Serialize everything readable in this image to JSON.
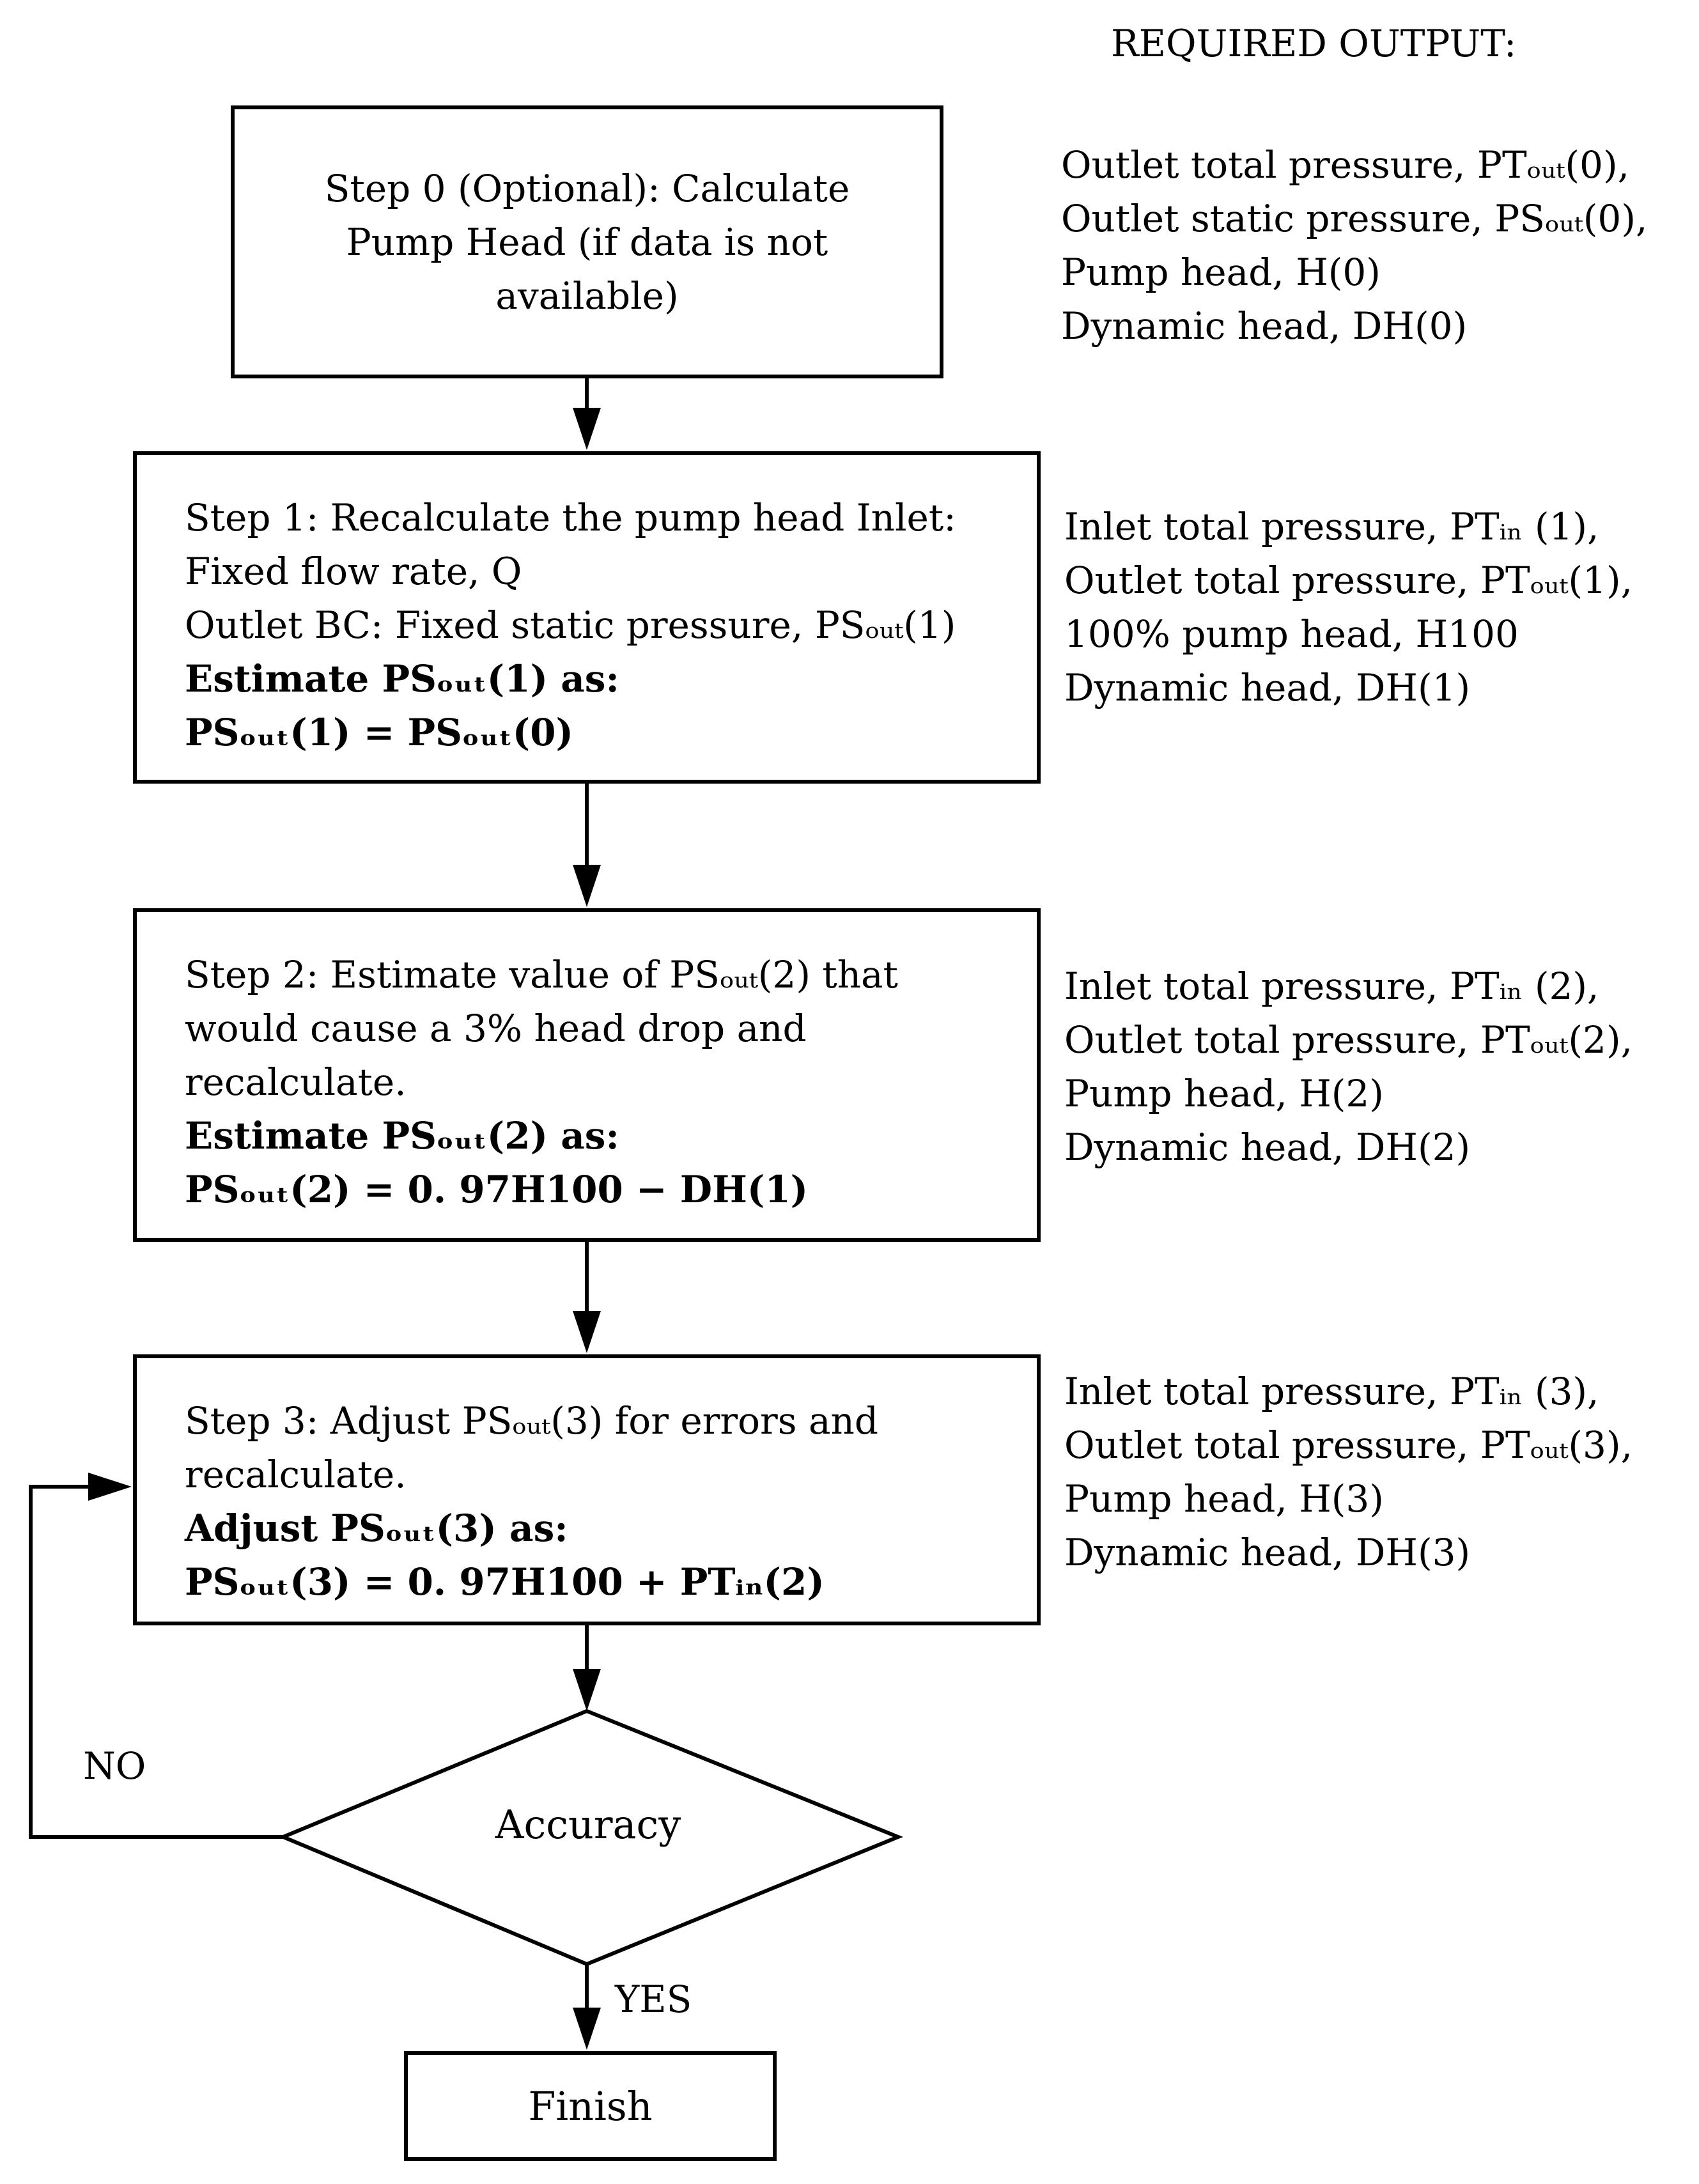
{
  "header": {
    "title": "REQUIRED OUTPUT:"
  },
  "steps": [
    {
      "id": "step0",
      "text": "Step 0 (Optional): Calculate\nPump Head (if data is not\navailable)"
    },
    {
      "id": "step1",
      "lines": [
        "Step 1: Recalculate the pump head Inlet:",
        "Fixed flow rate, Q",
        "Outlet BC:  Fixed static pressure, PSₒᵤₜ(1)",
        "Estimate PSₒᵤₜ(1) as:",
        "PSₒᵤₜ(1) = PSₒᵤₜ(0)"
      ]
    },
    {
      "id": "step2",
      "lines": [
        "Step 2: Estimate value of PSₒᵤₜ(2) that",
        "would cause a 3% head drop and",
        "recalculate.",
        "Estimate PSₒᵤₜ(2) as:",
        "PSₒᵤₜ(2) = 0. 97H100 − DH(1)"
      ]
    },
    {
      "id": "step3",
      "lines": [
        "Step 3: Adjust PSₒᵤₜ(3) for errors and",
        "recalculate.",
        "Adjust PSₒᵤₜ(3) as:",
        "PSₒᵤₜ(3) = 0. 97H100 + PTᵢₙ(2)"
      ]
    }
  ],
  "outputs": [
    [
      "Outlet total pressure, PTₒᵤₜ(0),",
      "Outlet static pressure, PSₒᵤₜ(0),",
      "Pump head,  H(0)",
      "Dynamic head,  DH(0)"
    ],
    [
      "Inlet total pressure,  PTᵢₙ (1),",
      "Outlet total pressure,  PTₒᵤₜ(1),",
      "100% pump head, H100",
      "Dynamic head, DH(1)"
    ],
    [
      "Inlet total pressure,  PTᵢₙ (2),",
      "Outlet total pressure,  PTₒᵤₜ(2),",
      "Pump head, H(2)",
      "Dynamic head, DH(2)"
    ],
    [
      "Inlet total pressure,  PTᵢₙ (3),",
      "Outlet total pressure,  PTₒᵤₜ(3),",
      "Pump head, H(3)",
      "Dynamic head, DH(3)"
    ]
  ],
  "decision": {
    "label": "Accuracy",
    "no_label": "NO",
    "yes_label": "YES"
  },
  "finish": {
    "label": "Finish"
  }
}
